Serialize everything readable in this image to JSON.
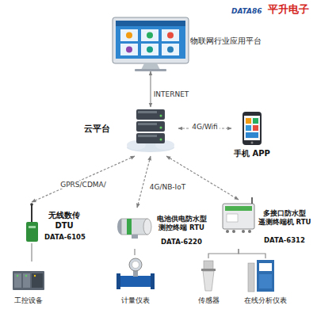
{
  "diagram": {
    "nodes": [
      {
        "text": [
          "物联网行业应用平台"
        ]
      },
      {
        "text": [
          "云平台"
        ]
      },
      {
        "text": [
          "手机 APP"
        ]
      },
      {
        "text": [
          "无线数传 DTU",
          "DATA-6105"
        ]
      },
      {
        "text": [
          "电池供电防水型 测控终端 RTU",
          "DATA-6220"
        ]
      },
      {
        "text": [
          "多接口防水型 遥测终端机 RTU",
          "DATA-6312"
        ]
      },
      {
        "text": [
          "工控设备"
        ]
      },
      {
        "text": [
          "计量仪表"
        ]
      },
      {
        "text": [
          "传感器"
        ]
      },
      {
        "text": [
          "在线分析仪表"
        ]
      }
    ],
    "edges": [
      {
        "from": 0,
        "to": 1,
        "arrow": "both",
        "label": "INTERNET"
      },
      {
        "from": 1,
        "to": 2,
        "arrow": "both",
        "label": "4G/Wifi"
      },
      {
        "from": 1,
        "to": 3,
        "arrow": "both",
        "label": "GPRS/CDMA/"
      },
      {
        "from": 1,
        "to": 4,
        "arrow": "both",
        "label": "4G/NB-IoT"
      },
      {
        "from": 1,
        "to": 5,
        "arrow": "both"
      },
      {
        "from": 3,
        "to": 6,
        "arrow": "none"
      },
      {
        "from": 4,
        "to": 7,
        "arrow": "none"
      },
      {
        "from": 5,
        "to": 8,
        "arrow": "none"
      },
      {
        "from": 5,
        "to": 9,
        "arrow": "none"
      }
    ],
    "labels": [
      "DATA86",
      "平升电子"
    ]
  }
}
